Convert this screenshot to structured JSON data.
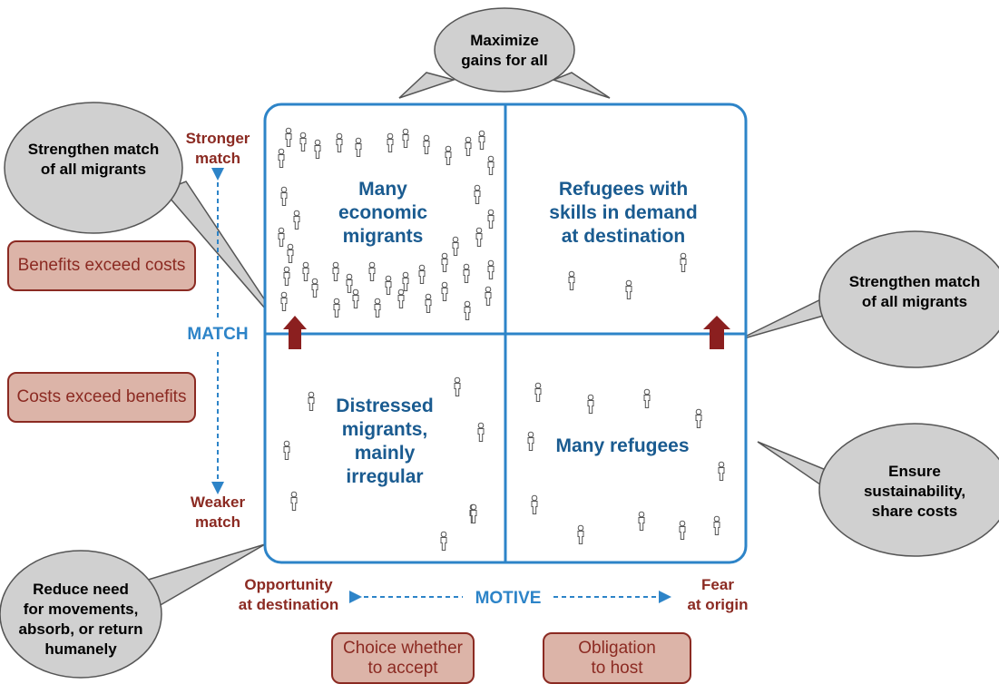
{
  "quadrants": {
    "top_left": [
      "Many",
      "economic",
      "migrants"
    ],
    "top_right": [
      "Refugees with",
      "skills in demand",
      "at destination"
    ],
    "bottom_left": [
      "Distressed",
      "migrants,",
      "mainly",
      "irregular"
    ],
    "bottom_right": [
      "Many refugees"
    ]
  },
  "axes": {
    "vertical_label": "MATCH",
    "horizontal_label": "MOTIVE",
    "top_end": [
      "Stronger",
      "match"
    ],
    "bottom_end": [
      "Weaker",
      "match"
    ],
    "left_end": [
      "Opportunity",
      "at destination"
    ],
    "right_end": [
      "Fear",
      "at origin"
    ]
  },
  "bubbles": {
    "top": [
      "Maximize",
      "gains for all"
    ],
    "top_left": [
      "Strengthen match",
      "of all migrants"
    ],
    "right": [
      "Strengthen match",
      "of all migrants"
    ],
    "right_bottom": [
      "Ensure",
      "sustainability,",
      "share costs"
    ],
    "bottom_left": [
      "Reduce need",
      "for movements,",
      "absorb, or return",
      "humanely"
    ]
  },
  "boxes": {
    "benefits": "Benefits exceed costs",
    "costs": "Costs exceed benefits",
    "choice": "Choice whether\nto accept",
    "obligation": "Obligation\nto host"
  },
  "colors": {
    "grid_blue": "#2d84c8",
    "quadrant_text": "#1a5b90",
    "axis_red": "#8b2a22",
    "box_fill": "#dcb4a8",
    "bubble_fill": "#d0d0d0",
    "arrow_fill": "#8b1f1f"
  },
  "icons": [
    "person-icon",
    "up-arrow-icon"
  ]
}
